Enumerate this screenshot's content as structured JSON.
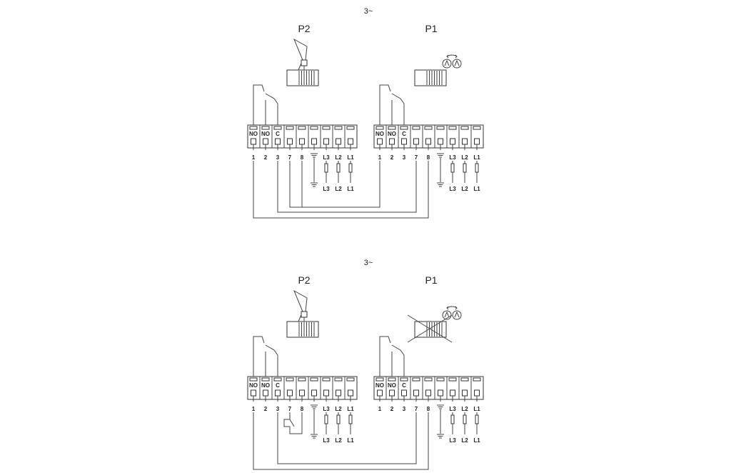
{
  "diagrams": [
    {
      "supply_label": "3~",
      "pumps": [
        {
          "name": "P2",
          "icon": "float-switch-icon",
          "motor_crossed": false
        },
        {
          "name": "P1",
          "icon": "rotation-arrows-icon",
          "motor_crossed": false
        }
      ],
      "terminal_contacts": [
        "NO",
        "NO",
        "C"
      ],
      "terminal_numbers": [
        "1",
        "2",
        "3",
        "7",
        "8",
        "⏚",
        "L3",
        "L2",
        "L1"
      ],
      "phase_labels": [
        "L3",
        "L2",
        "L1"
      ],
      "bridge_7_8": false
    },
    {
      "supply_label": "3~",
      "pumps": [
        {
          "name": "P2",
          "icon": "float-switch-icon",
          "motor_crossed": false
        },
        {
          "name": "P1",
          "icon": "rotation-arrows-icon",
          "motor_crossed": true
        }
      ],
      "terminal_contacts": [
        "NO",
        "NO",
        "C"
      ],
      "terminal_numbers": [
        "1",
        "2",
        "3",
        "7",
        "8",
        "⏚",
        "L3",
        "L2",
        "L1"
      ],
      "phase_labels": [
        "L3",
        "L2",
        "L1"
      ],
      "bridge_7_8": true
    }
  ],
  "colors": {
    "line": "#444444",
    "fill": "#ffffff"
  }
}
